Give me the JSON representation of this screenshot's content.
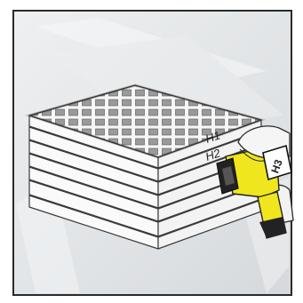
{
  "labels": {
    "stack_top_layer": "H1",
    "stack_second_layer": "H2",
    "scanner_tag": "H3"
  },
  "colors": {
    "background": "#ffffff",
    "frame": "#2a2a2a",
    "panel_backdrop": "#e4e6e8",
    "grating_face": "#f4f4f4",
    "grating_outline": "#3a3a3a",
    "scanner_yellow": "#f0e61e",
    "scanner_dark": "#222222",
    "glove": "#f2f2f2"
  },
  "icons": {
    "stack": "grating-stack-illustration",
    "device": "handheld-marking-scanner-icon",
    "hand": "gloved-hand-icon"
  }
}
